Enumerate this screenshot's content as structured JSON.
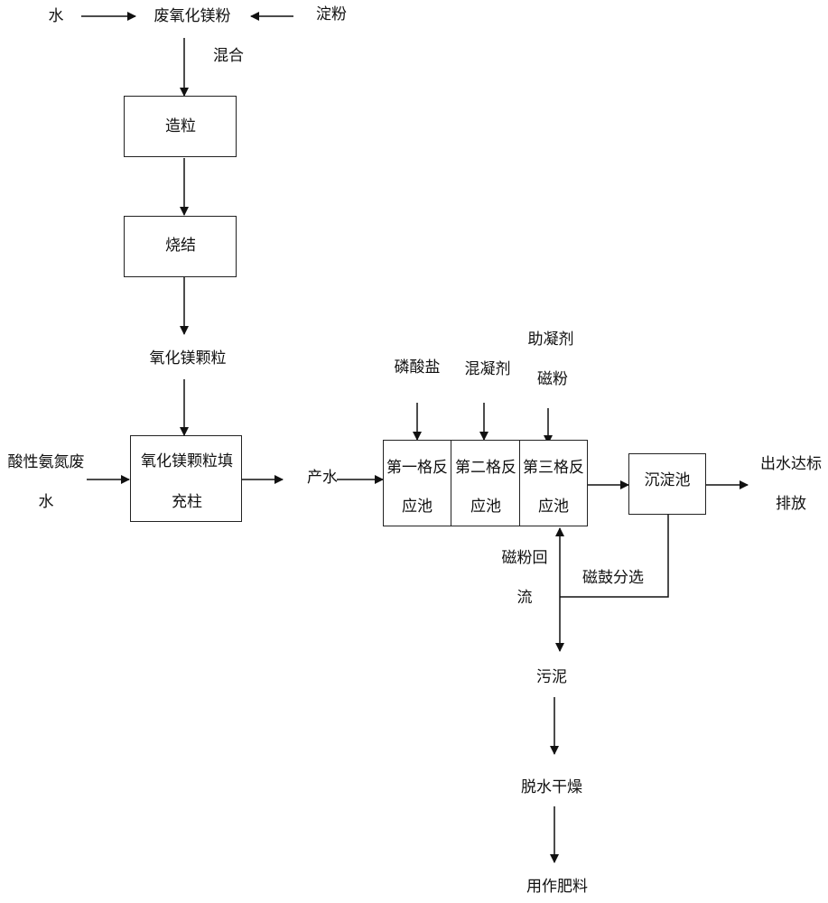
{
  "inputs": {
    "water": "水",
    "waste_mgo_powder": "废氧化镁粉",
    "starch": "淀粉",
    "mixing": "混合"
  },
  "steps": {
    "granulation": "造粒",
    "sintering": "烧结",
    "mgo_granules": "氧化镁颗粒",
    "column_line1": "氧化镁颗粒填",
    "column_line2": "充柱"
  },
  "wastewater": {
    "line1": "酸性氨氮废",
    "line2": "水"
  },
  "product_water": "产水",
  "additives": {
    "phosphate": "磷酸盐",
    "coagulant": "混凝剂",
    "coagulant_aid": "助凝剂",
    "magnetic_powder": "磁粉"
  },
  "reactors": {
    "first_line1": "第一格反",
    "first_line2": "应池",
    "second_line1": "第二格反",
    "second_line2": "应池",
    "third_line1": "第三格反",
    "third_line2": "应池"
  },
  "sedimentation_tank": "沉淀池",
  "effluent": {
    "line1": "出水达标",
    "line2": "排放"
  },
  "recycle": {
    "magnetic_return_line1": "磁粉回",
    "magnetic_return_line2": "流",
    "magnetic_drum": "磁鼓分选"
  },
  "sludge": {
    "sludge": "污泥",
    "dewatering": "脱水干燥",
    "fertilizer": "用作肥料"
  }
}
